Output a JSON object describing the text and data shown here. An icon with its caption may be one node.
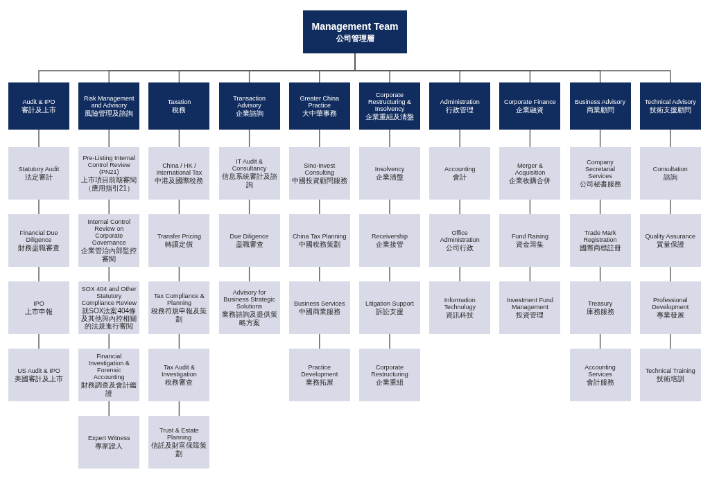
{
  "diagram": {
    "nodes": [
      {
        "text": [
          "Management Team",
          "公司管理層"
        ]
      },
      {
        "text": [
          "Audit & IPO",
          "審計及上市"
        ]
      },
      {
        "text": [
          "Risk Management and Advisory",
          "風險管理及諮詢"
        ]
      },
      {
        "text": [
          "Taxation",
          "稅務"
        ]
      },
      {
        "text": [
          "Transaction Advisory",
          "企業諮詢"
        ]
      },
      {
        "text": [
          "Greater China Practice",
          "大中華事務"
        ]
      },
      {
        "text": [
          "Corporate Restructuring & Insolvency",
          "企業重組及清盤"
        ]
      },
      {
        "text": [
          "Administration",
          "行政管理"
        ]
      },
      {
        "text": [
          "Corporate Finance",
          "企業融資"
        ]
      },
      {
        "text": [
          "Business Advisory",
          "商業顧問"
        ]
      },
      {
        "text": [
          "Technical Advisory",
          "技術支援顧問"
        ]
      },
      {
        "text": [
          "Statutory Audit",
          "法定審計"
        ]
      },
      {
        "text": [
          "Pre-Listing Internal Control Review (PN21)",
          "上市項目前期審閱（應用指引21）"
        ]
      },
      {
        "text": [
          "China / HK / International Tax",
          "中港及國際稅務"
        ]
      },
      {
        "text": [
          "IT Audit & Consultancy",
          "信息系統審計及諮詢"
        ]
      },
      {
        "text": [
          "Sino-Invest Consulting",
          "中國投資顧問服務"
        ]
      },
      {
        "text": [
          "Insolvency",
          "企業清盤"
        ]
      },
      {
        "text": [
          "Accounting",
          "會計"
        ]
      },
      {
        "text": [
          "Merger & Acquisition",
          "企業收購合併"
        ]
      },
      {
        "text": [
          "Company Secretarial Services",
          "公司秘書服務"
        ]
      },
      {
        "text": [
          "Consultation",
          "諮詢"
        ]
      },
      {
        "text": [
          "Financial Due Diligence",
          "財務盡職審查"
        ]
      },
      {
        "text": [
          "Internal Control Review on Corporate Governance",
          "企業管治內部監控審閱"
        ]
      },
      {
        "text": [
          "Transfer Pricing",
          "轉讓定價"
        ]
      },
      {
        "text": [
          "Due Diligence",
          "盡職審查"
        ]
      },
      {
        "text": [
          "China Tax Planning",
          "中國稅務策劃"
        ]
      },
      {
        "text": [
          "Receivership",
          "企業接管"
        ]
      },
      {
        "text": [
          "Office Administration",
          "公司行政"
        ]
      },
      {
        "text": [
          "Fund Raising",
          "資金籌集"
        ]
      },
      {
        "text": [
          "Trade Mark Registration",
          "國際商標註冊"
        ]
      },
      {
        "text": [
          "Quality Assurance",
          "質量保證"
        ]
      },
      {
        "text": [
          "IPO",
          "上市申報"
        ]
      },
      {
        "text": [
          "SOX 404 and Other Statutory Compliance Review",
          "就SOX法案404條及其他與內控相關的法規進行審閱"
        ]
      },
      {
        "text": [
          "Tax Compliance & Planning",
          "稅務符規申報及策劃"
        ]
      },
      {
        "text": [
          "Advisory for Business Strategic Solutions",
          "業務諮詢及提供策略方案"
        ]
      },
      {
        "text": [
          "Business Services",
          "中國商業服務"
        ]
      },
      {
        "text": [
          "Litigation Support",
          "訴訟支援"
        ]
      },
      {
        "text": [
          "Information Technology",
          "資訊科技"
        ]
      },
      {
        "text": [
          "Investment Fund Management",
          "投資管理"
        ]
      },
      {
        "text": [
          "Treasury",
          "庫務服務"
        ]
      },
      {
        "text": [
          "Professional Development",
          "專業發展"
        ]
      },
      {
        "text": [
          "US Audit & IPO",
          "美國審計及上市"
        ]
      },
      {
        "text": [
          "Financial Investigation & Forensic Accounting",
          "財務調查及會計鑑證"
        ]
      },
      {
        "text": [
          "Tax Audit & Investigation",
          "稅務審查"
        ]
      },
      {
        "text": [
          "Practice Development",
          "業務拓展"
        ]
      },
      {
        "text": [
          "Corporate Restructuring",
          "企業重組"
        ]
      },
      {
        "text": [
          "Accounting Services",
          "會計服務"
        ]
      },
      {
        "text": [
          "Technical Training",
          "技術培訓"
        ]
      },
      {
        "text": [
          "Expert Witness",
          "專家證人"
        ]
      },
      {
        "text": [
          "Trust & Estate Planning",
          "信託及財富保障策劃"
        ]
      }
    ],
    "edges": [
      {
        "from": 0,
        "to": 1,
        "arrow": "none"
      },
      {
        "from": 0,
        "to": 2,
        "arrow": "none"
      },
      {
        "from": 0,
        "to": 3,
        "arrow": "none"
      },
      {
        "from": 0,
        "to": 4,
        "arrow": "none"
      },
      {
        "from": 0,
        "to": 5,
        "arrow": "none"
      },
      {
        "from": 0,
        "to": 6,
        "arrow": "none"
      },
      {
        "from": 0,
        "to": 7,
        "arrow": "none"
      },
      {
        "from": 0,
        "to": 8,
        "arrow": "none"
      },
      {
        "from": 0,
        "to": 9,
        "arrow": "none"
      },
      {
        "from": 0,
        "to": 10,
        "arrow": "none"
      },
      {
        "from": 1,
        "to": 11,
        "arrow": "none"
      },
      {
        "from": 2,
        "to": 12,
        "arrow": "none"
      },
      {
        "from": 3,
        "to": 13,
        "arrow": "none"
      },
      {
        "from": 4,
        "to": 14,
        "arrow": "none"
      },
      {
        "from": 5,
        "to": 15,
        "arrow": "none"
      },
      {
        "from": 6,
        "to": 16,
        "arrow": "none"
      },
      {
        "from": 7,
        "to": 17,
        "arrow": "none"
      },
      {
        "from": 8,
        "to": 18,
        "arrow": "none"
      },
      {
        "from": 9,
        "to": 19,
        "arrow": "none"
      },
      {
        "from": 10,
        "to": 20,
        "arrow": "none"
      },
      {
        "from": 11,
        "to": 21,
        "arrow": "none"
      },
      {
        "from": 12,
        "to": 22,
        "arrow": "none"
      },
      {
        "from": 13,
        "to": 23,
        "arrow": "none"
      },
      {
        "from": 14,
        "to": 24,
        "arrow": "none"
      },
      {
        "from": 15,
        "to": 25,
        "arrow": "none"
      },
      {
        "from": 16,
        "to": 26,
        "arrow": "none"
      },
      {
        "from": 17,
        "to": 27,
        "arrow": "none"
      },
      {
        "from": 18,
        "to": 28,
        "arrow": "none"
      },
      {
        "from": 19,
        "to": 29,
        "arrow": "none"
      },
      {
        "from": 20,
        "to": 30,
        "arrow": "none"
      },
      {
        "from": 21,
        "to": 31,
        "arrow": "none"
      },
      {
        "from": 22,
        "to": 32,
        "arrow": "none"
      },
      {
        "from": 23,
        "to": 33,
        "arrow": "none"
      },
      {
        "from": 24,
        "to": 34,
        "arrow": "none"
      },
      {
        "from": 25,
        "to": 35,
        "arrow": "none"
      },
      {
        "from": 26,
        "to": 36,
        "arrow": "none"
      },
      {
        "from": 27,
        "to": 37,
        "arrow": "none"
      },
      {
        "from": 28,
        "to": 38,
        "arrow": "none"
      },
      {
        "from": 29,
        "to": 39,
        "arrow": "none"
      },
      {
        "from": 30,
        "to": 40,
        "arrow": "none"
      },
      {
        "from": 31,
        "to": 41,
        "arrow": "none"
      },
      {
        "from": 32,
        "to": 42,
        "arrow": "none"
      },
      {
        "from": 33,
        "to": 43,
        "arrow": "none"
      },
      {
        "from": 35,
        "to": 44,
        "arrow": "none"
      },
      {
        "from": 36,
        "to": 45,
        "arrow": "none"
      },
      {
        "from": 39,
        "to": 46,
        "arrow": "none"
      },
      {
        "from": 40,
        "to": 47,
        "arrow": "none"
      },
      {
        "from": 42,
        "to": 48,
        "arrow": "none"
      },
      {
        "from": 43,
        "to": 49,
        "arrow": "none"
      }
    ]
  }
}
